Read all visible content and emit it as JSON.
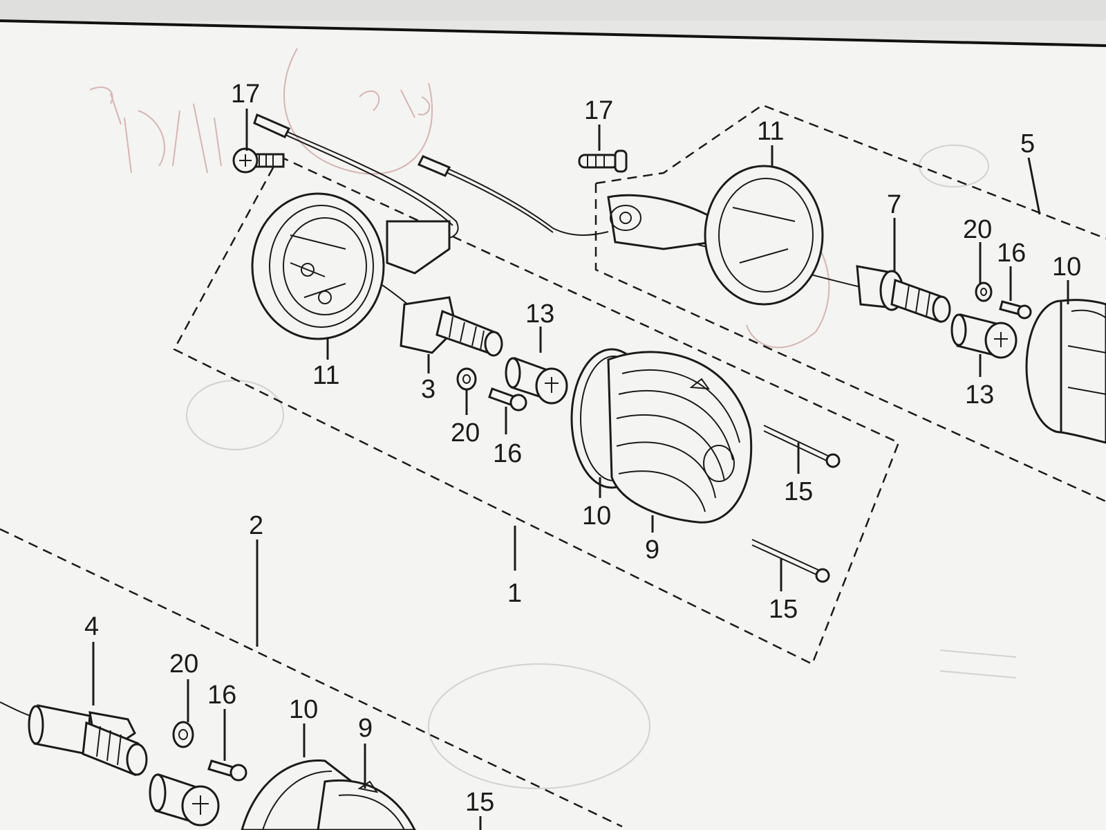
{
  "diagram": {
    "callouts": {
      "c17a": "17",
      "c17b": "17",
      "c11a": "11",
      "c11b": "11",
      "c5": "5",
      "c7": "7",
      "c20a": "20",
      "c16a": "16",
      "c10a": "10",
      "c13a": "13",
      "c13b": "13",
      "c3": "3",
      "c20b": "20",
      "c16b": "16",
      "c10b": "10",
      "c9a": "9",
      "c15a": "15",
      "c15b": "15",
      "c15c": "15",
      "c1": "1",
      "c2": "2",
      "c4": "4",
      "c20c": "20",
      "c16c": "16",
      "c10c": "10",
      "c9b": "9"
    },
    "colors": {
      "paper": "#f4f4f2",
      "ink": "#1b1b1b",
      "pencil": "#c99a98"
    }
  }
}
